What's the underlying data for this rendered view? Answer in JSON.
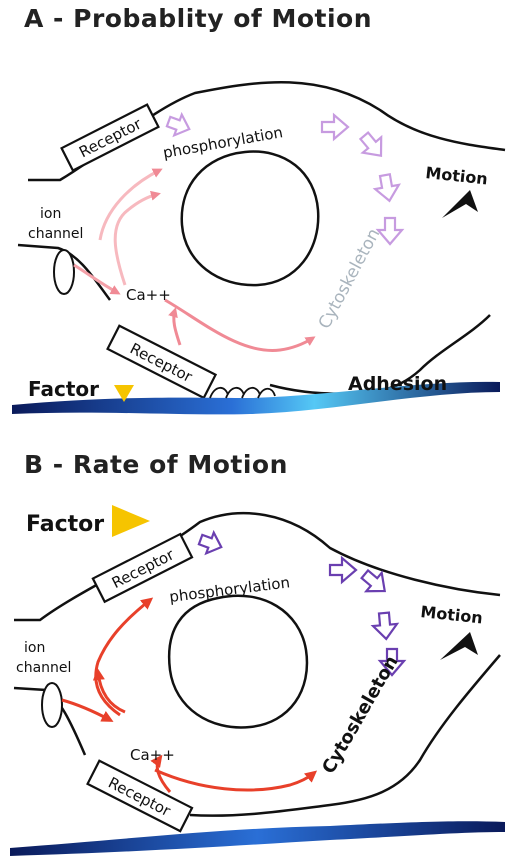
{
  "panel_a": {
    "title": "A - Probablity of Motion",
    "receptor_top": "Receptor",
    "receptor_bottom": "Receptor",
    "phosphorylation": "phosphorylation",
    "motion": "Motion",
    "ion_line1": "ion",
    "ion_line2": "channel",
    "ca": "Ca++",
    "cytoskeleton": "Cytoskeleton",
    "factor": "Factor",
    "adhesion": "Adhesion"
  },
  "panel_b": {
    "title": "B - Rate of Motion",
    "factor": "Factor",
    "receptor_top": "Receptor",
    "receptor_bottom": "Receptor",
    "phosphorylation": "phosphorylation",
    "motion": "Motion",
    "ion_line1": "ion",
    "ion_line2": "channel",
    "ca": "Ca++",
    "cytoskeleton": "Cytoskeleton"
  },
  "colors": {
    "pink_arrow": "#f4a0a8",
    "pink_arrow_strong": "#ee7f8a",
    "lilac_arrow": "#c79be0",
    "red_arrow": "#e8402a",
    "purple_arrow": "#6a3fb0",
    "factor_yellow": "#f6c400",
    "substrate_blue": "#2a6fd6",
    "cytoskeleton_faint": "#a9b4bd"
  }
}
